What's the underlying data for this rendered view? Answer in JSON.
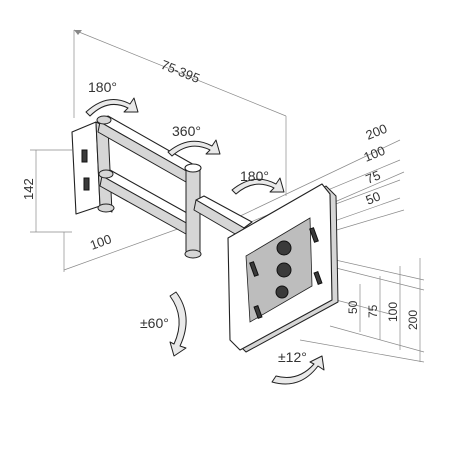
{
  "dimensions": {
    "arm_length": "75-395",
    "wall_plate_height": "142",
    "wall_plate_depth": "100",
    "vesa_horizontal": [
      "200",
      "100",
      "75",
      "50"
    ],
    "vesa_vertical": [
      "50",
      "75",
      "100",
      "200"
    ]
  },
  "rotations": {
    "wall_swivel": "180°",
    "middle_joint": "360°",
    "head_swivel": "180°",
    "tilt": "±60°",
    "roll": "±12°"
  }
}
